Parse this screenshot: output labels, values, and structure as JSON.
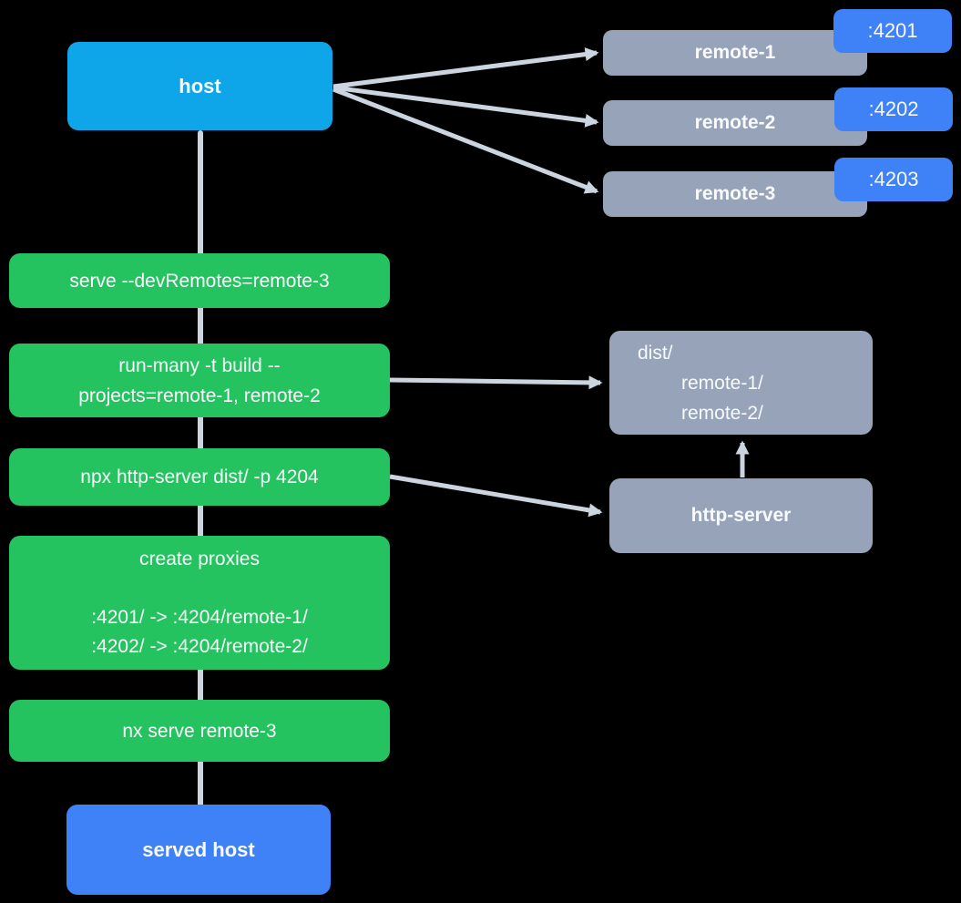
{
  "colors": {
    "background": "#000000",
    "host_blue": "#0fa6e9",
    "port_blue": "#3f81f6",
    "gray_node": "#96a3b9",
    "step_green": "#25c360",
    "connector_gray": "#cbd5e0",
    "text": "#f8fafc"
  },
  "host": {
    "label": "host"
  },
  "served_host": {
    "label": "served host"
  },
  "remotes": [
    {
      "label": "remote-1",
      "port": ":4201"
    },
    {
      "label": "remote-2",
      "port": ":4202"
    },
    {
      "label": "remote-3",
      "port": ":4203"
    }
  ],
  "steps": {
    "serve": "serve --devRemotes=remote-3",
    "run_many_line1": "run-many -t build --",
    "run_many_line2": "projects=remote-1, remote-2",
    "http_server_cmd": "npx http-server dist/ -p 4204",
    "proxies_title": "create proxies",
    "proxy_rule1": ":4201/ -> :4204/remote-1/",
    "proxy_rule2": ":4202/ -> :4204/remote-2/",
    "nx_serve": "nx serve remote-3"
  },
  "dist": {
    "line1": "dist/",
    "line2": "remote-1/",
    "line3": "remote-2/"
  },
  "http_server": {
    "label": "http-server"
  },
  "edges": [
    {
      "from": "host",
      "to": "remote-1"
    },
    {
      "from": "host",
      "to": "remote-2"
    },
    {
      "from": "host",
      "to": "remote-3"
    },
    {
      "from": "run-many-build",
      "to": "dist-folder"
    },
    {
      "from": "npx-http-server",
      "to": "http-server"
    },
    {
      "from": "http-server",
      "to": "dist-folder"
    },
    {
      "from": "host",
      "to": "served-host",
      "via": "pipeline-line"
    }
  ]
}
